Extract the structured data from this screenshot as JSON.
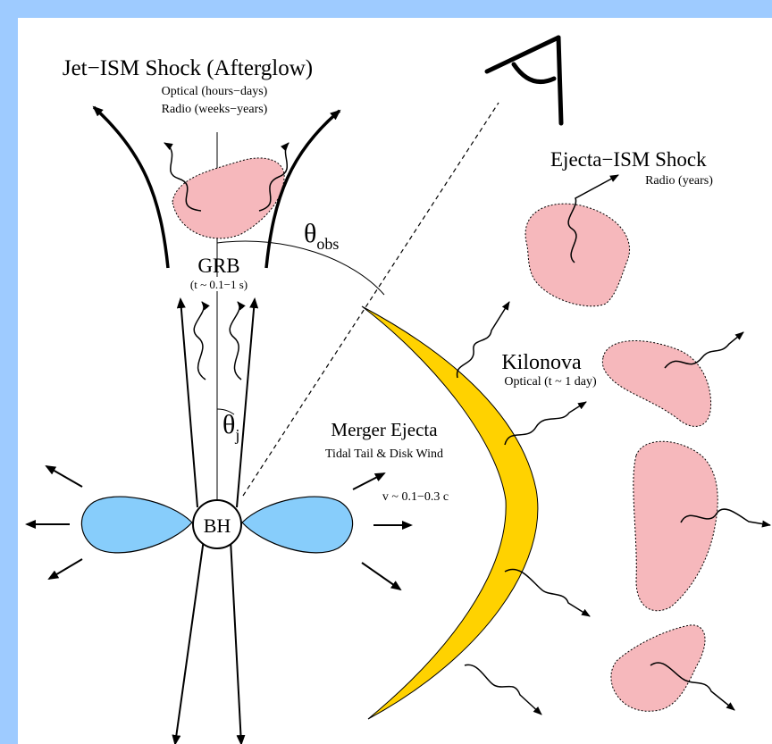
{
  "colors": {
    "frame": "#9ecbff",
    "canvas": "#ffffff",
    "ejecta_clump": "#f6b8bc",
    "tidal_lobe": "#87cdfb",
    "kilonova_arc": "#ffd200",
    "ink": "#000000"
  },
  "labels": {
    "afterglow_title": "Jet−ISM Shock (Afterglow)",
    "afterglow_optical": "Optical (hours−days)",
    "afterglow_radio": "Radio (weeks−years)",
    "grb": "GRB",
    "grb_time": "(t ~ 0.1−1 s)",
    "theta_obs_main": "θ",
    "theta_obs_sub": "obs",
    "theta_j_main": "θ",
    "theta_j_sub": "j",
    "black_hole": "BH",
    "ejecta_ism_title": "Ejecta−ISM Shock",
    "ejecta_ism_radio": "Radio (years)",
    "kilonova": "Kilonova",
    "kilonova_optical": "Optical (t ~ 1 day)",
    "merger_ejecta": "Merger Ejecta",
    "tidal_disk": "Tidal Tail & Disk Wind",
    "velocity": "v ~ 0.1−0.3 c"
  },
  "icons": [
    "observer-eye-icon"
  ]
}
